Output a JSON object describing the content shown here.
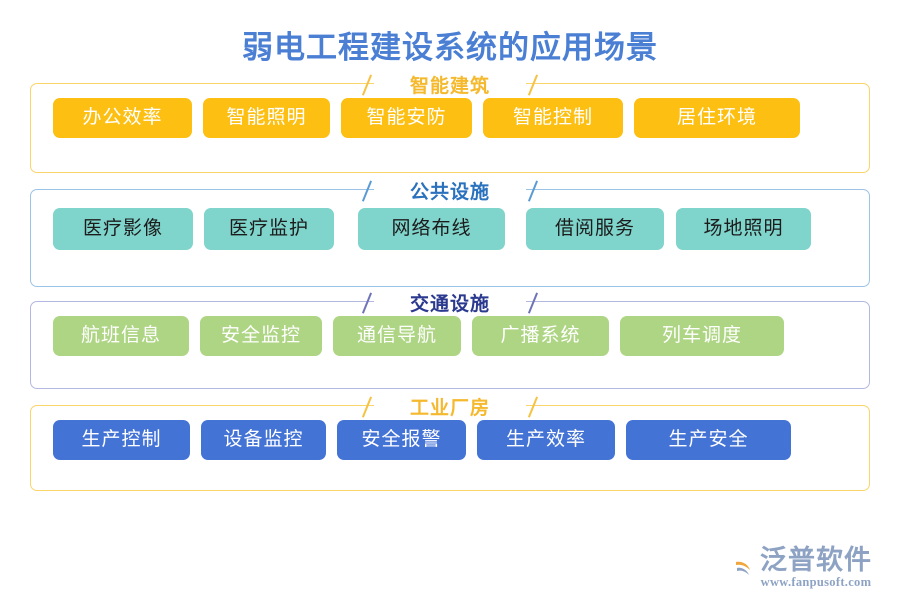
{
  "page": {
    "title": "弱电工程建设系统的应用场景",
    "title_color": "#4a7fd4",
    "background": "#ffffff"
  },
  "sections": [
    {
      "id": "smart-building",
      "title": "智能建筑",
      "title_color": "#f5b92e",
      "border_color": "#fbd46a",
      "tag_bg": "#fcbf12",
      "tag_text_color": "#ffffff",
      "tags": [
        "办公效率",
        "智能照明",
        "智能安防",
        "智能控制",
        "居住环境"
      ]
    },
    {
      "id": "public-facilities",
      "title": "公共设施",
      "title_color": "#2a72bd",
      "border_color": "#9cc3e8",
      "tag_bg": "#7fd4cb",
      "tag_text_color": "#1c1c1c",
      "tags": [
        "医疗影像",
        "医疗监护",
        "网络布线",
        "借阅服务",
        "场地照明"
      ]
    },
    {
      "id": "transport-facilities",
      "title": "交通设施",
      "title_color": "#2b3a8f",
      "border_color": "#b3b8e0",
      "tag_bg": "#aed584",
      "tag_text_color": "#ffffff",
      "tags": [
        "航班信息",
        "安全监控",
        "通信导航",
        "广播系统",
        "列车调度"
      ]
    },
    {
      "id": "industrial-plant",
      "title": "工业厂房",
      "title_color": "#f5b92e",
      "border_color": "#fbd46a",
      "tag_bg": "#4473d6",
      "tag_text_color": "#ffffff",
      "tags": [
        "生产控制",
        "设备监控",
        "安全报警",
        "生产效率",
        "生产安全"
      ]
    }
  ],
  "brand": {
    "name": "泛普软件",
    "url": "www.fanpusoft.com",
    "color": "#8ea3c4",
    "accent": "#f0a63c",
    "logo_icon": "fanpu-swoosh-icon"
  }
}
